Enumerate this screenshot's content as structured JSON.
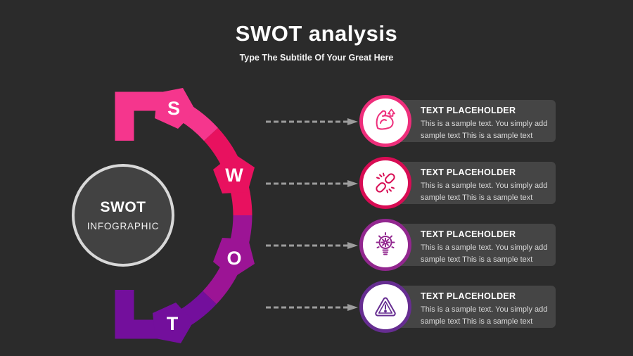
{
  "header": {
    "title": "SWOT analysis",
    "subtitle": "Type The Subtitle Of Your Great Here"
  },
  "diagram": {
    "center": {
      "title": "SWOT",
      "subtitle": "INFOGRAPHIC"
    },
    "segments": [
      {
        "letter": "S",
        "color": "#f5368d"
      },
      {
        "letter": "W",
        "color": "#e8115f"
      },
      {
        "letter": "O",
        "color": "#9c1495"
      },
      {
        "letter": "T",
        "color": "#730f9c"
      }
    ]
  },
  "rows": [
    {
      "icon": "bicep-arrow-icon",
      "accent": "#ee2e7b",
      "title": "TEXT PLACEHOLDER",
      "body_line1": "This is a sample text. You simply add",
      "body_line2": "sample text This is a sample text"
    },
    {
      "icon": "broken-link-icon",
      "accent": "#d80c54",
      "title": "TEXT PLACEHOLDER",
      "body_line1": "This is a sample text. You simply add",
      "body_line2": "sample text This is a sample text"
    },
    {
      "icon": "bulb-gear-icon",
      "accent": "#92278f",
      "title": "TEXT PLACEHOLDER",
      "body_line1": "This is a sample text. You simply add",
      "body_line2": "sample text This is a sample text"
    },
    {
      "icon": "warning-triangle-icon",
      "accent": "#662d91",
      "title": "TEXT PLACEHOLDER",
      "body_line1": "This is a sample text. You simply add",
      "body_line2": "sample text This is a sample text"
    }
  ],
  "colors": {
    "background": "#2b2b2b",
    "card": "#454545",
    "arrow": "#9c9c9c",
    "center_fill": "#424242",
    "center_border": "#d8d8d8"
  }
}
